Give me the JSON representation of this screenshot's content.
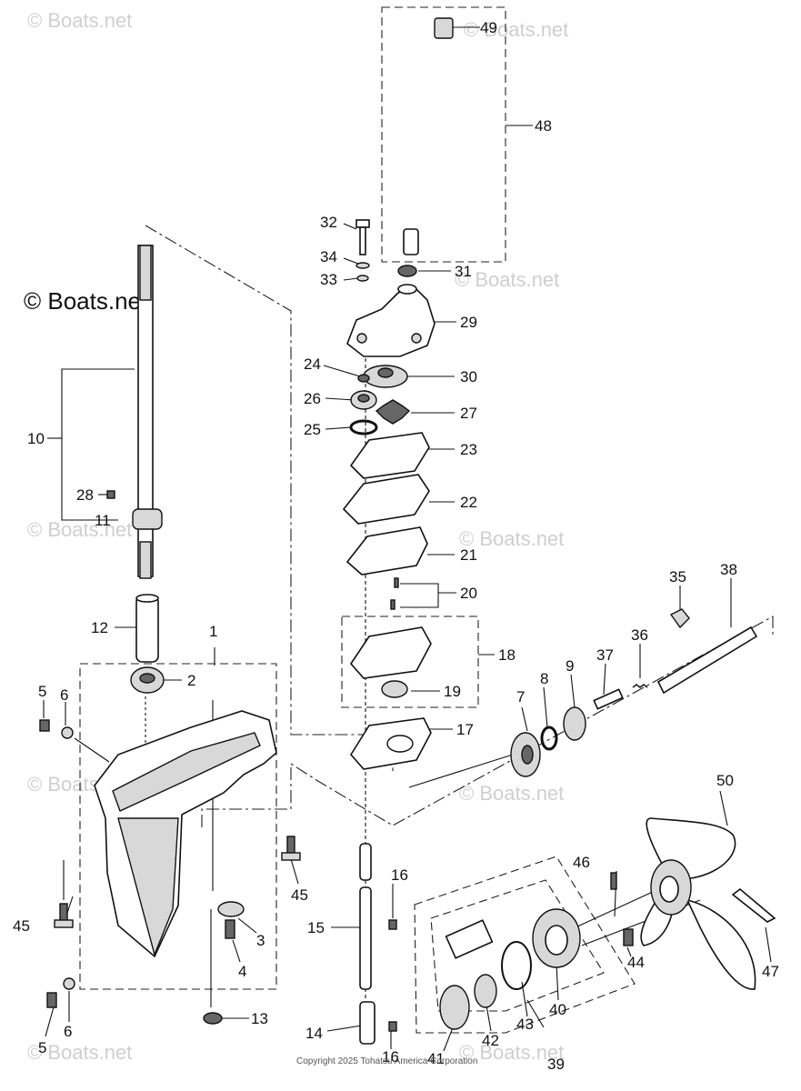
{
  "watermark": {
    "main": "© Boats.net",
    "repeat": "© Boats.net"
  },
  "copyright": "Copyright 2025 Tohatsu America Corporation",
  "callouts": [
    {
      "id": "1",
      "text": "1"
    },
    {
      "id": "2",
      "text": "2"
    },
    {
      "id": "3",
      "text": "3"
    },
    {
      "id": "4",
      "text": "4"
    },
    {
      "id": "5a",
      "text": "5"
    },
    {
      "id": "5b",
      "text": "5"
    },
    {
      "id": "6a",
      "text": "6"
    },
    {
      "id": "6b",
      "text": "6"
    },
    {
      "id": "7",
      "text": "7"
    },
    {
      "id": "8",
      "text": "8"
    },
    {
      "id": "9",
      "text": "9"
    },
    {
      "id": "10",
      "text": "10"
    },
    {
      "id": "11",
      "text": "11"
    },
    {
      "id": "12",
      "text": "12"
    },
    {
      "id": "13",
      "text": "13"
    },
    {
      "id": "14",
      "text": "14"
    },
    {
      "id": "15",
      "text": "15"
    },
    {
      "id": "16a",
      "text": "16"
    },
    {
      "id": "16b",
      "text": "16"
    },
    {
      "id": "17",
      "text": "17"
    },
    {
      "id": "18",
      "text": "18"
    },
    {
      "id": "19",
      "text": "19"
    },
    {
      "id": "20",
      "text": "20"
    },
    {
      "id": "21",
      "text": "21"
    },
    {
      "id": "22",
      "text": "22"
    },
    {
      "id": "23",
      "text": "23"
    },
    {
      "id": "24",
      "text": "24"
    },
    {
      "id": "25",
      "text": "25"
    },
    {
      "id": "26",
      "text": "26"
    },
    {
      "id": "27",
      "text": "27"
    },
    {
      "id": "28",
      "text": "28"
    },
    {
      "id": "29",
      "text": "29"
    },
    {
      "id": "30",
      "text": "30"
    },
    {
      "id": "31",
      "text": "31"
    },
    {
      "id": "32",
      "text": "32"
    },
    {
      "id": "33",
      "text": "33"
    },
    {
      "id": "34",
      "text": "34"
    },
    {
      "id": "35",
      "text": "35"
    },
    {
      "id": "36",
      "text": "36"
    },
    {
      "id": "37",
      "text": "37"
    },
    {
      "id": "38",
      "text": "38"
    },
    {
      "id": "39",
      "text": "39"
    },
    {
      "id": "40",
      "text": "40"
    },
    {
      "id": "41",
      "text": "41"
    },
    {
      "id": "42",
      "text": "42"
    },
    {
      "id": "43",
      "text": "43"
    },
    {
      "id": "44",
      "text": "44"
    },
    {
      "id": "45a",
      "text": "45"
    },
    {
      "id": "45b",
      "text": "45"
    },
    {
      "id": "46",
      "text": "46"
    },
    {
      "id": "47",
      "text": "47"
    },
    {
      "id": "48",
      "text": "48"
    },
    {
      "id": "49",
      "text": "49"
    },
    {
      "id": "50",
      "text": "50"
    }
  ]
}
